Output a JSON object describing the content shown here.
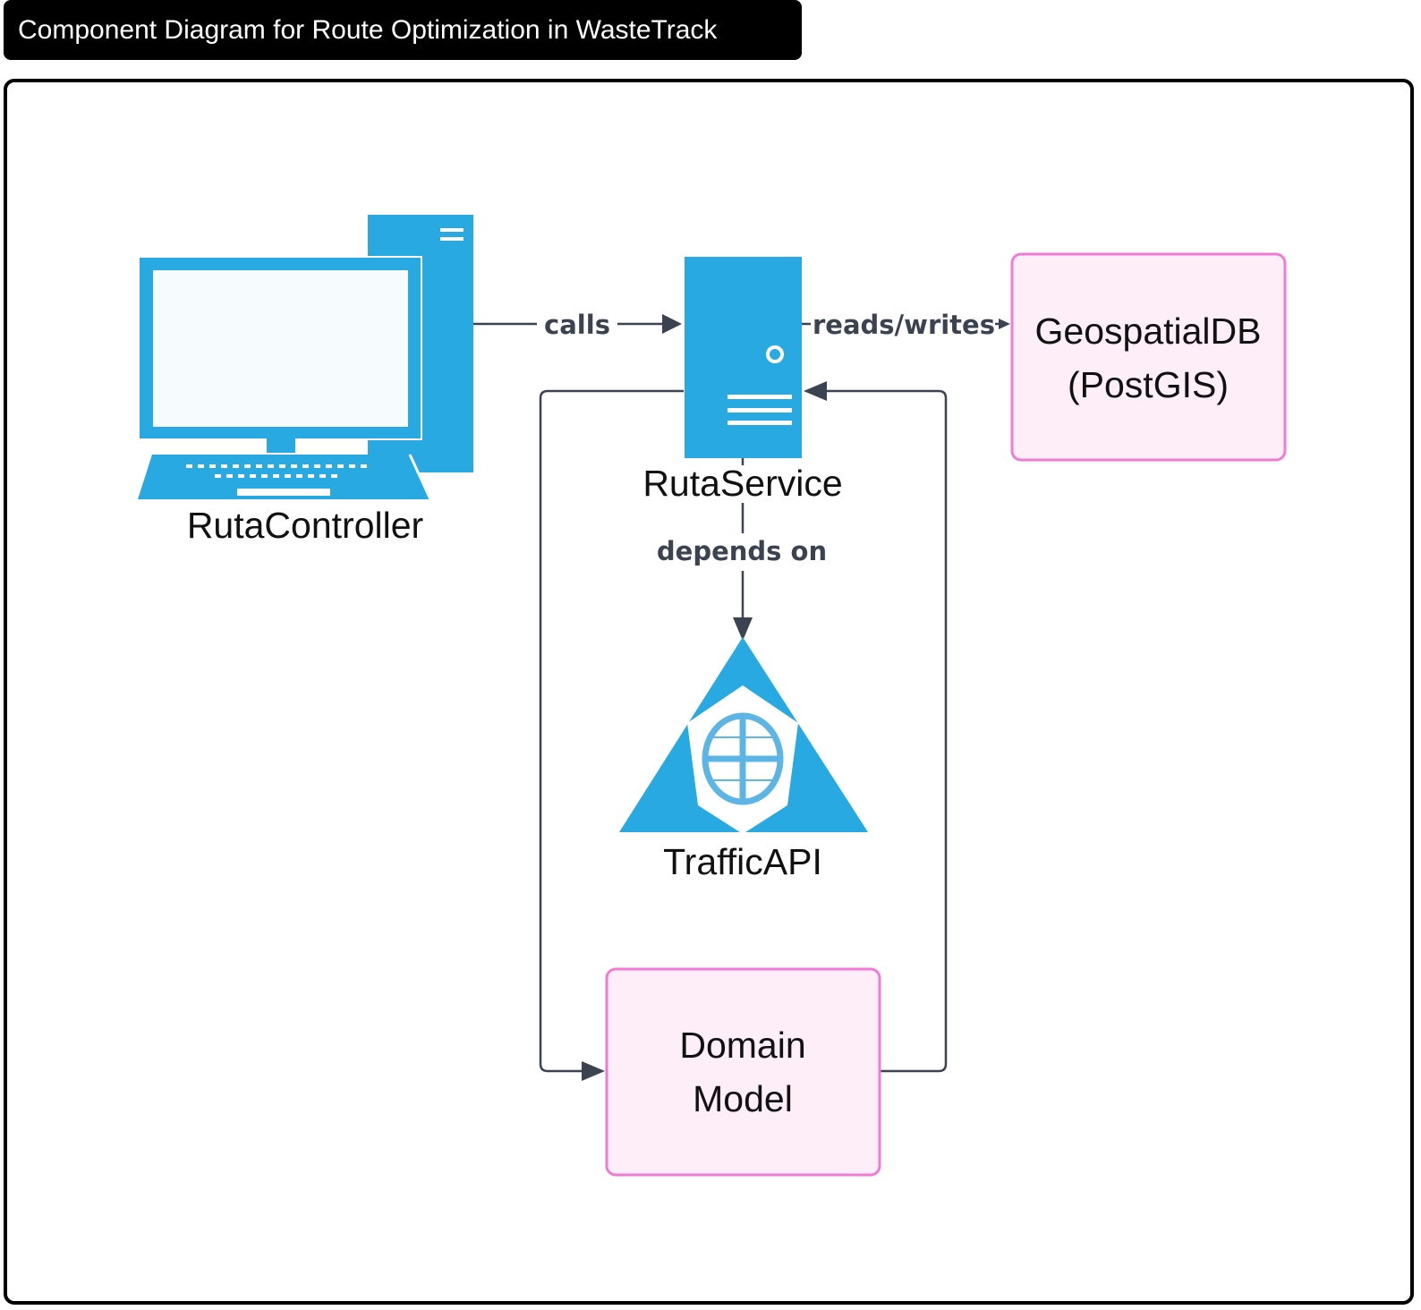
{
  "title": "Component Diagram for Route Optimization in WasteTrack",
  "colors": {
    "icon_blue": "#29a9e1",
    "box_fill": "#fdeef8",
    "box_border": "#f27ad5",
    "edge": "#3b4250"
  },
  "nodes": {
    "ruta_controller": {
      "label": "RutaController",
      "icon": "desktop-computer-icon"
    },
    "ruta_service": {
      "label": "RutaService",
      "icon": "server-icon"
    },
    "geospatial_db": {
      "line1": "GeospatialDB",
      "line2": "(PostGIS)"
    },
    "traffic_api": {
      "label": "TrafficAPI",
      "icon": "globe-triangle-icon"
    },
    "domain_model": {
      "line1": "Domain",
      "line2": "Model"
    }
  },
  "edges": {
    "calls": "calls",
    "reads_writes": "reads/writes",
    "depends_on": "depends on"
  }
}
